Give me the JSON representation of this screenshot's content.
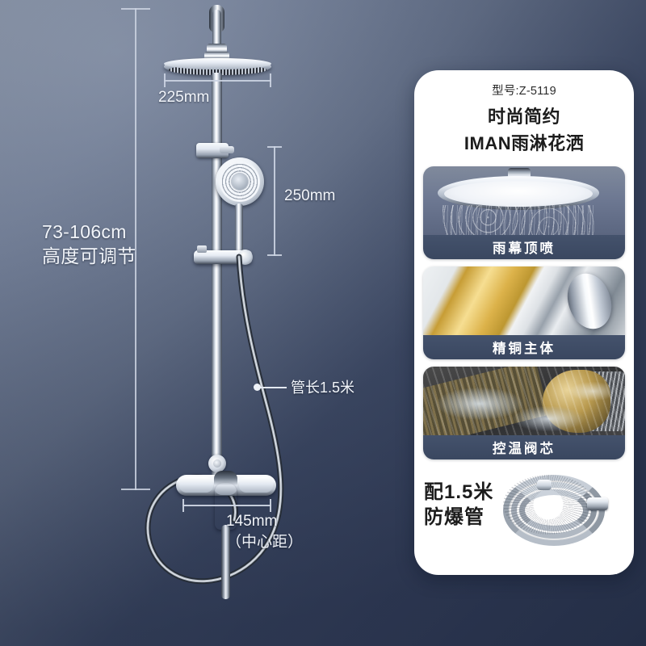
{
  "background": {
    "gradient_from": "#7a8599",
    "gradient_to": "#2b3650"
  },
  "diagram": {
    "name": "shower-column-technical-drawing",
    "labels": {
      "height_range": "73-106cm",
      "height_caption": "高度可调节",
      "head_width": "225mm",
      "handheld_drop": "250mm",
      "hose_length": "管长1.5米",
      "center_distance": "145mm",
      "center_distance_note": "（中心距）"
    }
  },
  "panel": {
    "model": "型号:Z-5119",
    "title_line1": "时尚简约",
    "title_line2": "IMAN雨淋花洒",
    "cards": [
      {
        "id": "rain-top-spray",
        "caption": "雨幕顶喷"
      },
      {
        "id": "brass-body",
        "caption": "精铜主体"
      },
      {
        "id": "thermostatic-cartridge",
        "caption": "控温阀芯"
      }
    ],
    "hose_promo": {
      "line1": "配1.5米",
      "line2": "防爆管",
      "image_alt": "coiled-stainless-shower-hose"
    },
    "caption_bar_color": "#3d4a63",
    "panel_color": "#ffffff"
  }
}
